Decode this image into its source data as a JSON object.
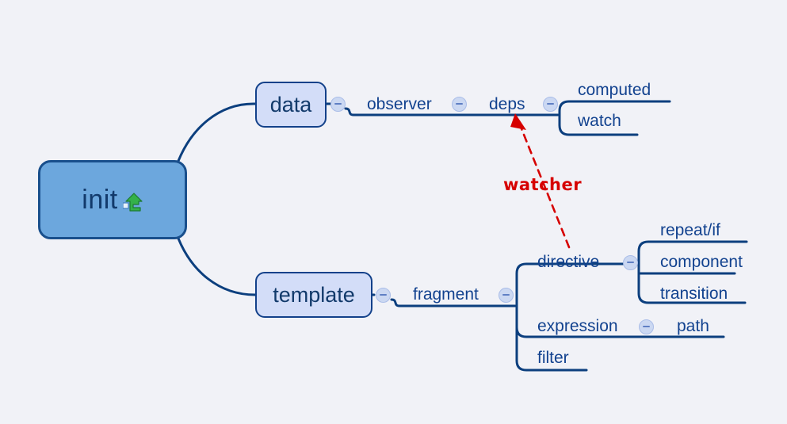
{
  "diagram": {
    "title": "init mind map",
    "background_color": "#f1f2f7",
    "line_color": "#0c3f7e",
    "root": {
      "label": "init",
      "icon": "green-up-arrow-icon",
      "fill_color": "#6ca7dd",
      "border_color": "#194f8c",
      "text_color": "#123a6b"
    },
    "branches": [
      {
        "label": "data",
        "fill_color": "#d3ddf8",
        "border_color": "#13418a",
        "children": [
          {
            "label": "observer",
            "children": [
              {
                "label": "deps",
                "children": [
                  {
                    "label": "computed"
                  },
                  {
                    "label": "watch"
                  }
                ]
              }
            ]
          }
        ]
      },
      {
        "label": "template",
        "fill_color": "#d3ddf8",
        "border_color": "#13418a",
        "children": [
          {
            "label": "fragment",
            "children": [
              {
                "label": "directive",
                "children": [
                  {
                    "label": "repeat/if"
                  },
                  {
                    "label": "component"
                  },
                  {
                    "label": "transition"
                  }
                ]
              },
              {
                "label": "expression",
                "children": [
                  {
                    "label": "path"
                  }
                ]
              },
              {
                "label": "filter"
              }
            ]
          }
        ]
      }
    ],
    "annotation": {
      "text": "watcher",
      "color": "#d60000",
      "points_to": "deps"
    },
    "toggles": {
      "icon": "collapse-minus-icon",
      "fill_color": "#cbd8f2",
      "stroke_color": "#5f7fc4"
    }
  }
}
